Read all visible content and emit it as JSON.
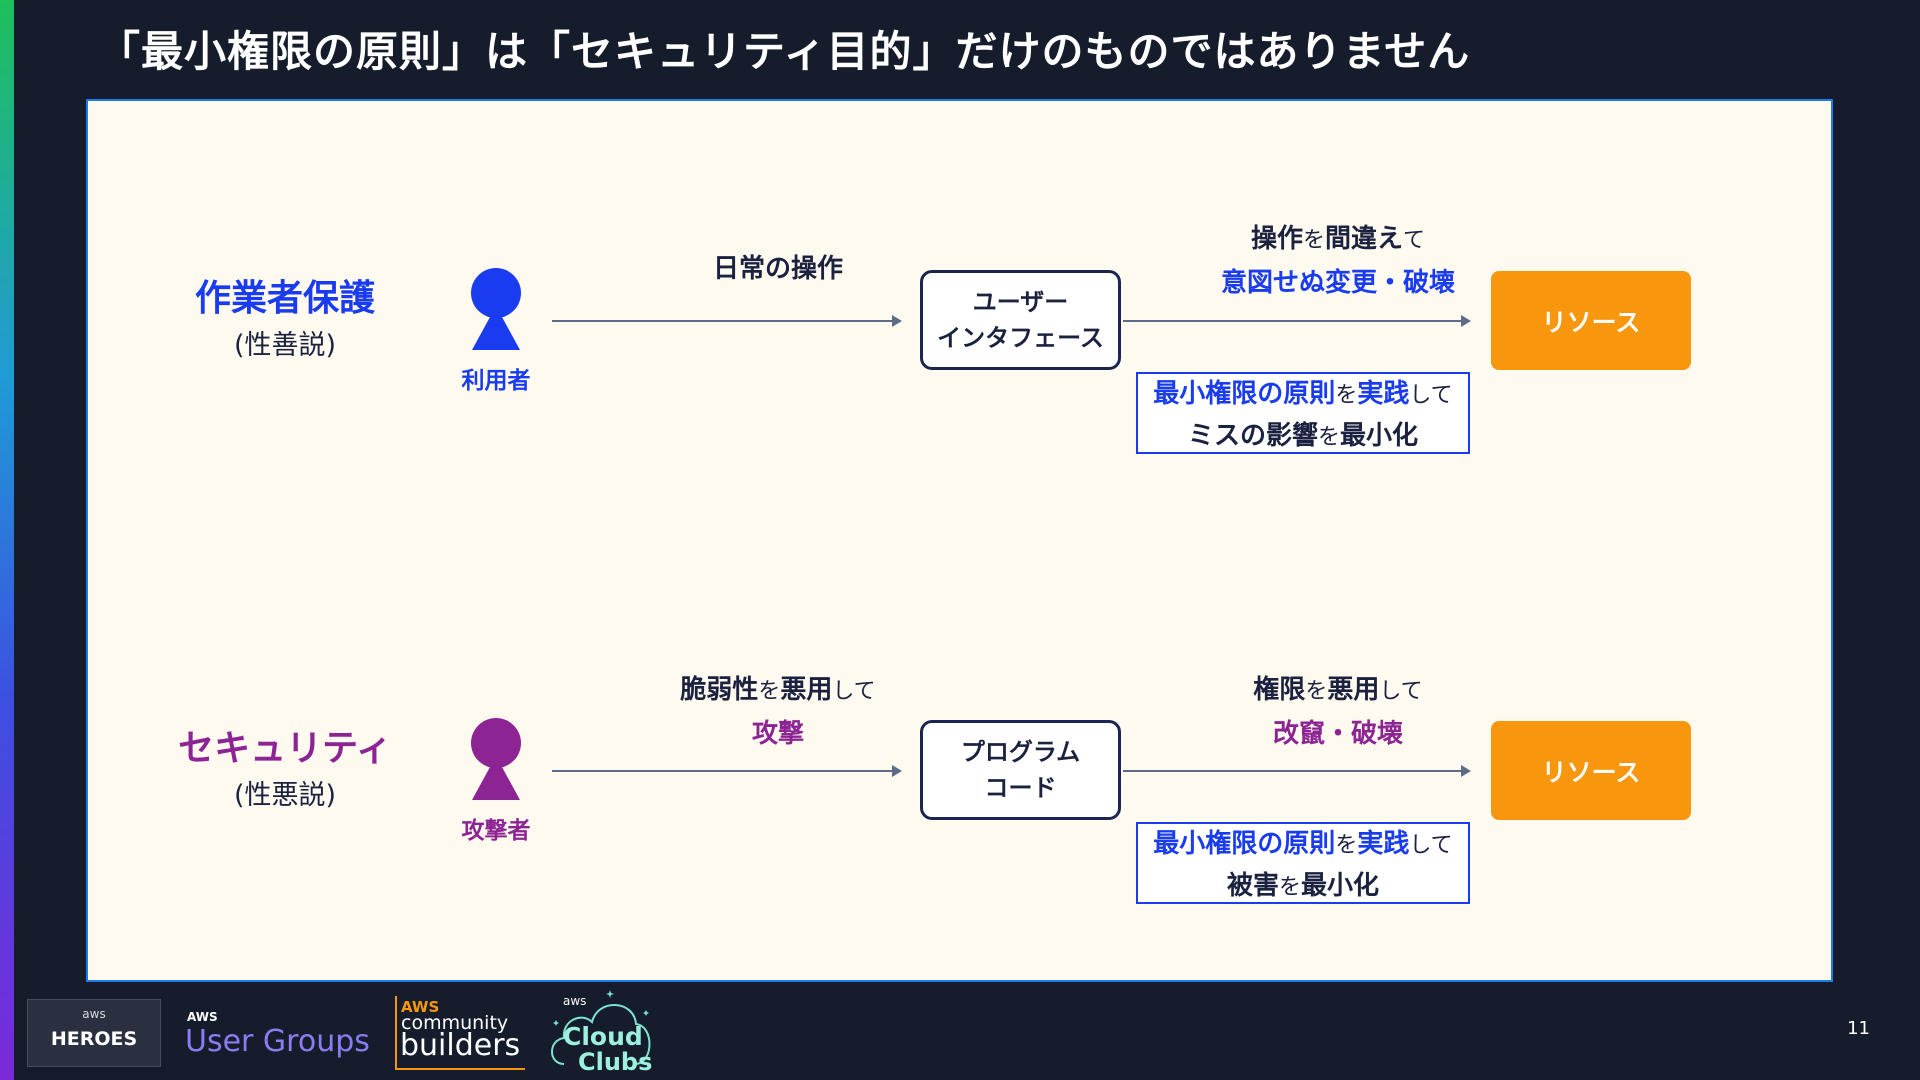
{
  "title": "「最小権限の原則」は「セキュリティ目的」だけのものではありません",
  "colors": {
    "blue": "#1a3cf0",
    "purple": "#8d2494",
    "orange": "#f8970e",
    "dark": "#1b2240"
  },
  "rows": {
    "worker": {
      "title": "作業者保護",
      "subtitle": "(性善説)",
      "person_label": "利用者",
      "edge1": {
        "line1": "日常の操作"
      },
      "node": {
        "line1": "ユーザー",
        "line2": "インタフェース"
      },
      "edge2": {
        "a": "操作",
        "b": "を",
        "c": "間違え",
        "d": "て",
        "line2": "意図せぬ変更・破壊"
      },
      "resource": "リソース",
      "note": {
        "a": "最小権限の原則",
        "b": "を",
        "c": "実践",
        "d": "して",
        "line2a": "ミスの影響",
        "line2b": "を",
        "line2c": "最小化"
      }
    },
    "security": {
      "title": "セキュリティ",
      "subtitle": "(性悪説)",
      "person_label": "攻撃者",
      "edge1": {
        "a": "脆弱性",
        "b": "を",
        "c": "悪用",
        "d": "して",
        "line2": "攻撃"
      },
      "node": {
        "line1": "プログラム",
        "line2": "コード"
      },
      "edge2": {
        "a": "権限",
        "b": "を",
        "c": "悪用",
        "d": "して",
        "line2": "改竄・破壊"
      },
      "resource": "リソース",
      "note": {
        "a": "最小権限の原則",
        "b": "を",
        "c": "実践",
        "d": "して",
        "line2a": "被害",
        "line2b": "を",
        "line2c": "最小化"
      }
    }
  },
  "footer": {
    "heroes_top": "aws",
    "heroes": "HEROES",
    "usergroups_small": "AWS",
    "usergroups": "User Groups",
    "cb_aws": "AWS",
    "cb_community": "community",
    "cb_builders": "builders",
    "cc_aws": "aws",
    "cc_cloud": "Cloud",
    "cc_clubs": "Clubs",
    "page_number": "11"
  }
}
